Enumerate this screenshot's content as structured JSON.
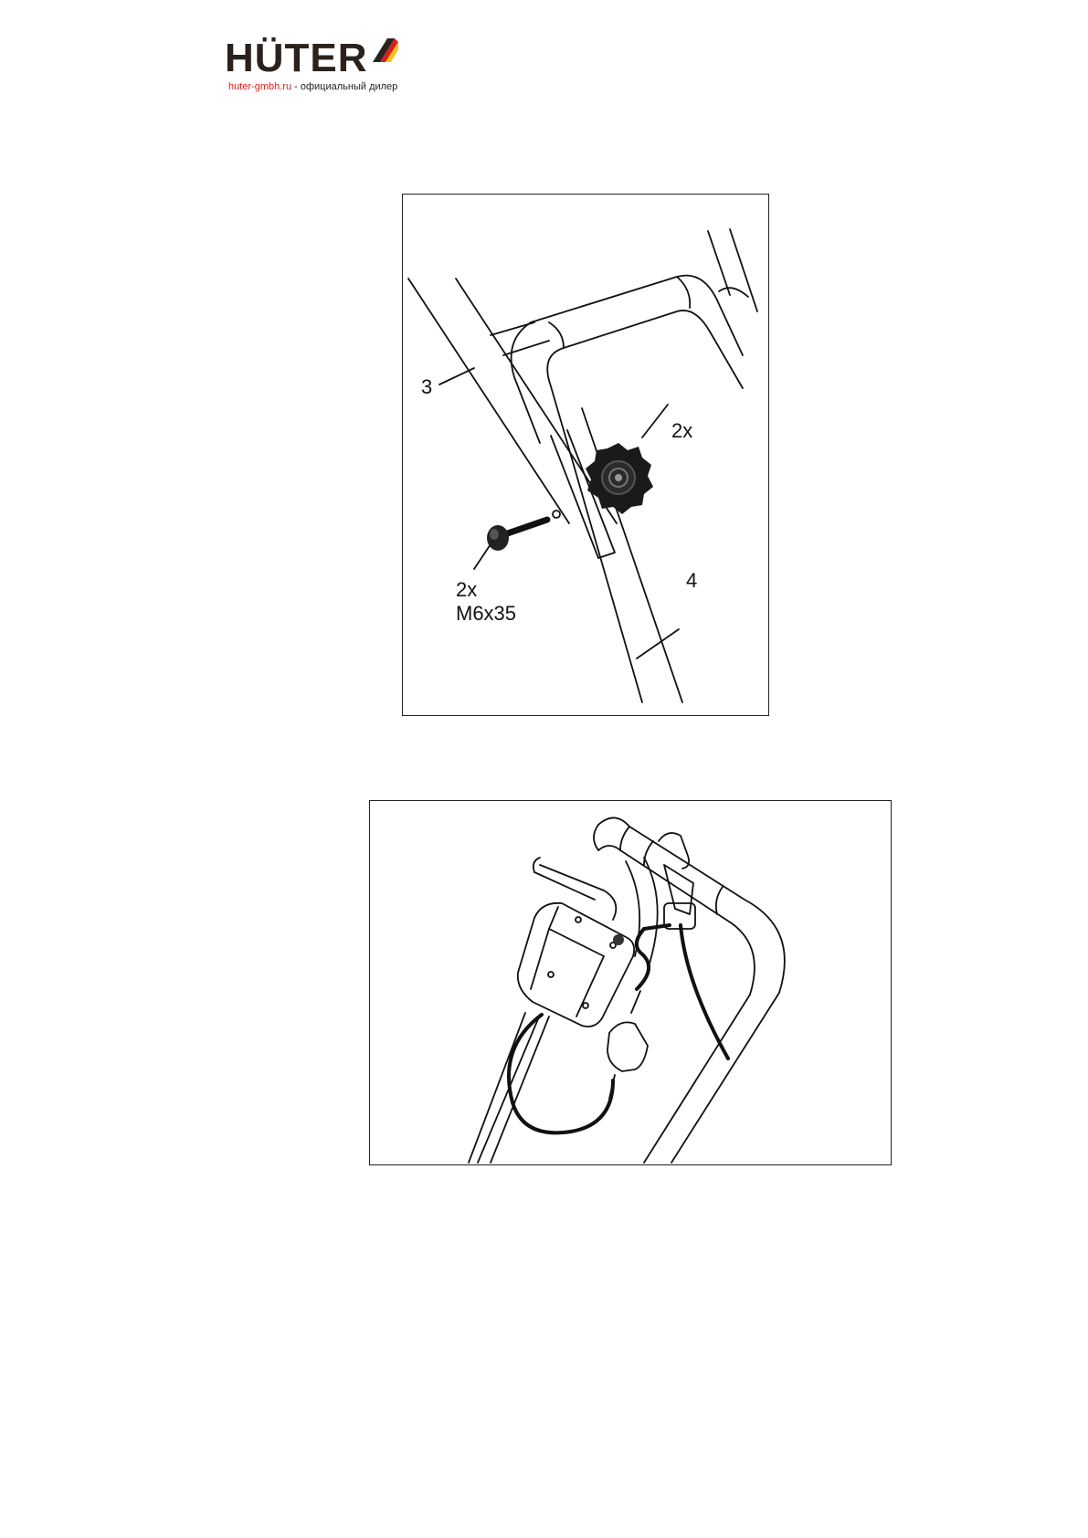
{
  "brand": {
    "name": "HÜTER",
    "url": "huter-gmbh.ru",
    "tagline": " - официальный дилер",
    "colors": {
      "dark": "#2a221c",
      "red": "#d8201f",
      "yellow": "#f2c21b"
    }
  },
  "figure1": {
    "labels": {
      "part3": "3",
      "part4": "4",
      "knob_qty": "2x",
      "bolt_qty": "2x",
      "bolt_size": "M6x35"
    }
  },
  "figure2": {}
}
